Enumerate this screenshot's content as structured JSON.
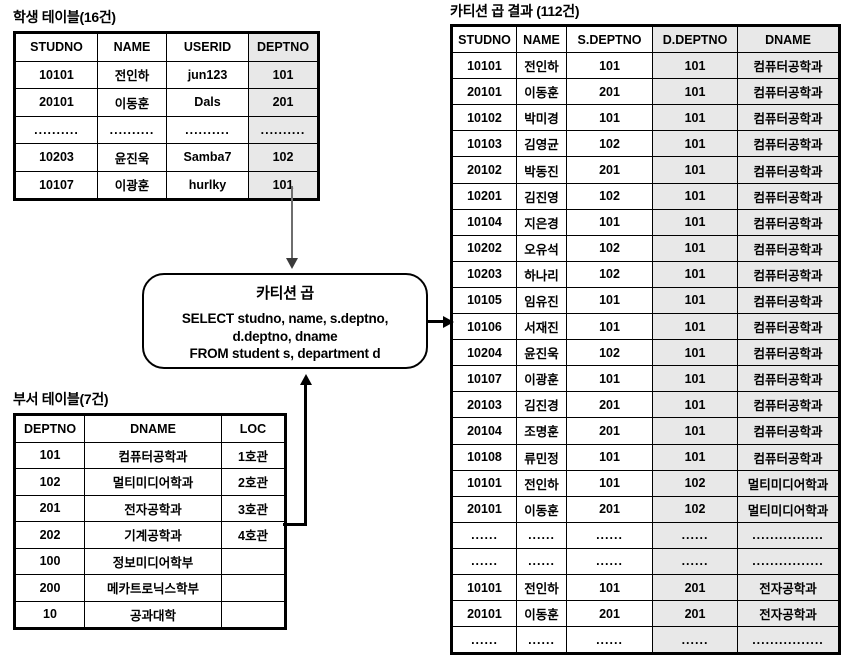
{
  "student": {
    "title": "학생 테이블(16건)",
    "columns": [
      "STUDNO",
      "NAME",
      "USERID",
      "DEPTNO"
    ],
    "rows": [
      [
        "10101",
        "전인하",
        "jun123",
        "101"
      ],
      [
        "20101",
        "이동훈",
        "Dals",
        "201"
      ],
      [
        "..........",
        "..........",
        "..........",
        ".........."
      ],
      [
        "10203",
        "윤진욱",
        "Samba7",
        "102"
      ],
      [
        "10107",
        "이광훈",
        "hurlky",
        "101"
      ]
    ]
  },
  "department": {
    "title": "부서 테이블(7건)",
    "columns": [
      "DEPTNO",
      "DNAME",
      "LOC"
    ],
    "rows": [
      [
        "101",
        "컴퓨터공학과",
        "1호관"
      ],
      [
        "102",
        "멀티미디어학과",
        "2호관"
      ],
      [
        "201",
        "전자공학과",
        "3호관"
      ],
      [
        "202",
        "기계공학과",
        "4호관"
      ],
      [
        "100",
        "정보미디어학부",
        ""
      ],
      [
        "200",
        "메카트로닉스학부",
        ""
      ],
      [
        "10",
        "공과대학",
        ""
      ]
    ]
  },
  "query_box": {
    "title": "카티션 곱",
    "sql_line1": "SELECT studno, name, s.deptno,",
    "sql_line2": "d.deptno, dname",
    "sql_line3": "FROM student s, department d"
  },
  "result": {
    "title": "카티션 곱 결과 (112건)",
    "columns": [
      "STUDNO",
      "NAME",
      "S.DEPTNO",
      "D.DEPTNO",
      "DNAME"
    ],
    "rows": [
      {
        "cells": [
          "10101",
          "전인하",
          "101",
          "101",
          "컴퓨터공학과"
        ],
        "group_start": false
      },
      {
        "cells": [
          "20101",
          "이동훈",
          "201",
          "101",
          "컴퓨터공학과"
        ],
        "group_start": false
      },
      {
        "cells": [
          "10102",
          "박미경",
          "101",
          "101",
          "컴퓨터공학과"
        ],
        "group_start": false
      },
      {
        "cells": [
          "10103",
          "김영균",
          "102",
          "101",
          "컴퓨터공학과"
        ],
        "group_start": false
      },
      {
        "cells": [
          "20102",
          "박동진",
          "201",
          "101",
          "컴퓨터공학과"
        ],
        "group_start": false
      },
      {
        "cells": [
          "10201",
          "김진영",
          "102",
          "101",
          "컴퓨터공학과"
        ],
        "group_start": false
      },
      {
        "cells": [
          "10104",
          "지은경",
          "101",
          "101",
          "컴퓨터공학과"
        ],
        "group_start": false
      },
      {
        "cells": [
          "10202",
          "오유석",
          "102",
          "101",
          "컴퓨터공학과"
        ],
        "group_start": false
      },
      {
        "cells": [
          "10203",
          "하나리",
          "102",
          "101",
          "컴퓨터공학과"
        ],
        "group_start": false
      },
      {
        "cells": [
          "10105",
          "임유진",
          "101",
          "101",
          "컴퓨터공학과"
        ],
        "group_start": false
      },
      {
        "cells": [
          "10106",
          "서재진",
          "101",
          "101",
          "컴퓨터공학과"
        ],
        "group_start": false
      },
      {
        "cells": [
          "10204",
          "윤진욱",
          "102",
          "101",
          "컴퓨터공학과"
        ],
        "group_start": false
      },
      {
        "cells": [
          "10107",
          "이광훈",
          "101",
          "101",
          "컴퓨터공학과"
        ],
        "group_start": false
      },
      {
        "cells": [
          "20103",
          "김진경",
          "201",
          "101",
          "컴퓨터공학과"
        ],
        "group_start": false
      },
      {
        "cells": [
          "20104",
          "조명훈",
          "201",
          "101",
          "컴퓨터공학과"
        ],
        "group_start": false
      },
      {
        "cells": [
          "10108",
          "류민정",
          "101",
          "101",
          "컴퓨터공학과"
        ],
        "group_start": false
      },
      {
        "cells": [
          "10101",
          "전인하",
          "101",
          "102",
          "멀티미디어학과"
        ],
        "group_start": true
      },
      {
        "cells": [
          "20101",
          "이동훈",
          "201",
          "102",
          "멀티미디어학과"
        ],
        "group_start": false
      },
      {
        "cells": [
          "......",
          "......",
          "......",
          "......",
          "................"
        ],
        "group_start": false
      },
      {
        "cells": [
          "......",
          "......",
          "......",
          "......",
          "................"
        ],
        "group_start": true
      },
      {
        "cells": [
          "10101",
          "전인하",
          "101",
          "201",
          "전자공학과"
        ],
        "group_start": true
      },
      {
        "cells": [
          "20101",
          "이동훈",
          "201",
          "201",
          "전자공학과"
        ],
        "group_start": false
      },
      {
        "cells": [
          "......",
          "......",
          "......",
          "......",
          "................"
        ],
        "group_start": false
      }
    ]
  },
  "colors": {
    "highlight": "#e8e8e8",
    "border": "#000000",
    "arrow_gray": "#6e6e6e"
  }
}
